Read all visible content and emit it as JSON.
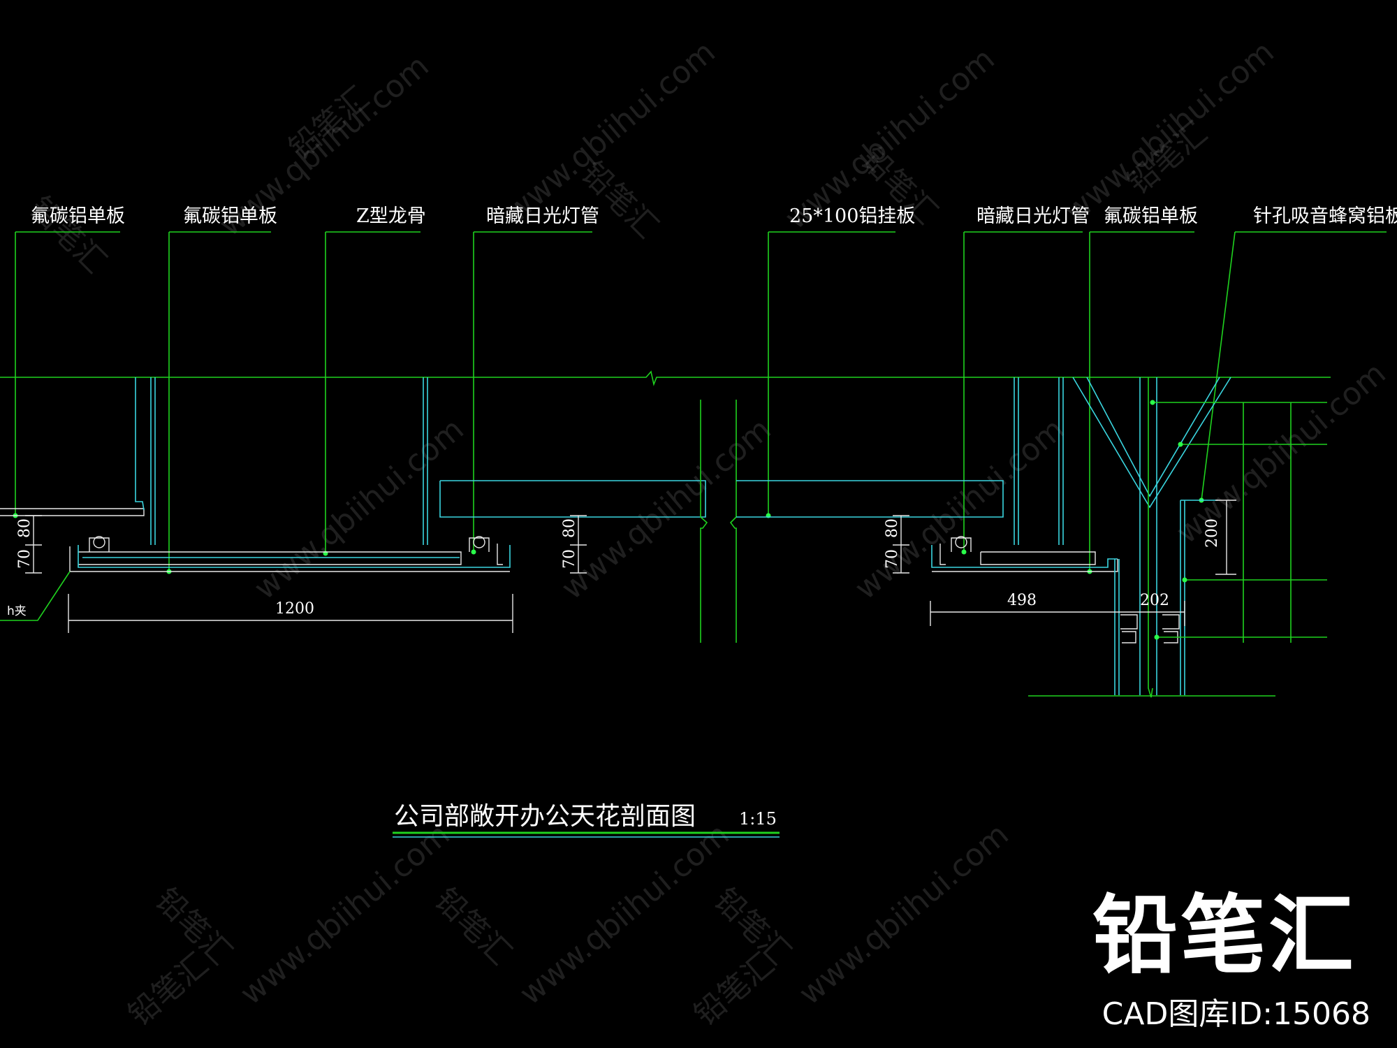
{
  "drawing": {
    "leaders": [
      {
        "id": "fluorocarbon-panel-1",
        "text": "氟碳铝单板"
      },
      {
        "id": "fluorocarbon-panel-2",
        "text": "氟碳铝单板"
      },
      {
        "id": "z-keel",
        "text": "Z型龙骨"
      },
      {
        "id": "hidden-fluorescent-1",
        "text": "暗藏日光灯管"
      },
      {
        "id": "aluminum-hanging-panel",
        "text": "25*100铝挂板"
      },
      {
        "id": "hidden-fluorescent-2",
        "text": "暗藏日光灯管"
      },
      {
        "id": "fluorocarbon-panel-3",
        "text": "氟碳铝单板"
      },
      {
        "id": "perforated-honeycomb-panel",
        "text": "针孔吸音蜂窝铝板"
      }
    ],
    "dimensions": {
      "d_70_a": "70",
      "d_80_a": "80",
      "d_70_b": "70",
      "d_80_b": "80",
      "d_70_c": "70",
      "d_80_c": "80",
      "width_1200": "1200",
      "width_498": "498",
      "width_202": "202",
      "height_200": "200"
    },
    "clip_note": "h夹",
    "title": "公司部敞开办公天花剖面图",
    "scale": "1:15"
  },
  "watermark": {
    "site": "www.qbiihui.com",
    "brand": "铅笔汇"
  },
  "brand": {
    "name": "铅笔汇",
    "library_id": "CAD图库ID:15068"
  },
  "colors": {
    "background": "#000000",
    "line_green": "#1fd21f",
    "line_cyan": "#3ad6e0",
    "text": "#ffffff"
  }
}
